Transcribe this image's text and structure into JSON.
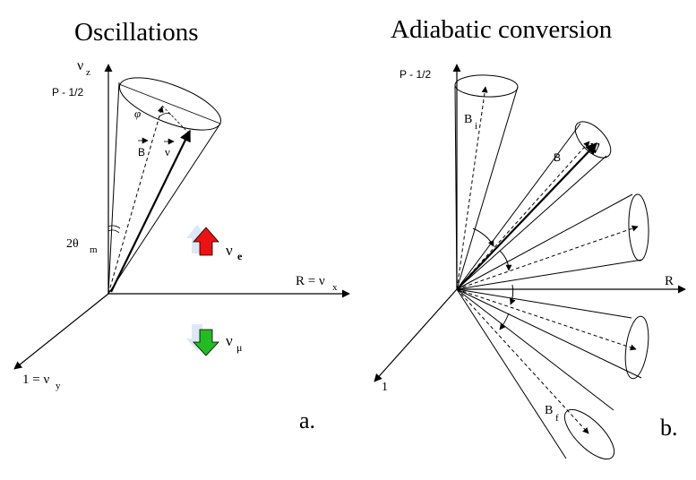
{
  "panel_a": {
    "title": "Oscillations",
    "axis_z_sym": "ν",
    "axis_z_sub": "z",
    "p_label": "P - 1/2",
    "phi": "φ",
    "b_vec": "B",
    "nu_vec": "ν",
    "angle_prefix": "2θ",
    "angle_sub": "m",
    "axis_x_prefix": "R = ν",
    "axis_x_sub": "x",
    "axis_y_prefix": "1 = ν",
    "axis_y_sub": "y",
    "nu_e_sym": "ν",
    "nu_e_sub": "e",
    "nu_mu_sym": "ν",
    "nu_mu_sub": "μ",
    "panel_letter": "a.",
    "colors": {
      "up_arrow": "#ee1111",
      "down_arrow": "#22bb22",
      "shadow": "#dde8f4"
    }
  },
  "panel_b": {
    "title": "Adiabatic conversion",
    "p_label": "P - 1/2",
    "b_initial": "B",
    "b_initial_sub": "i",
    "b_mid": "B",
    "nu": "ν",
    "axis_r": "R",
    "axis_1": "1",
    "b_final": "B",
    "b_final_sub": "f",
    "panel_letter": "b."
  }
}
